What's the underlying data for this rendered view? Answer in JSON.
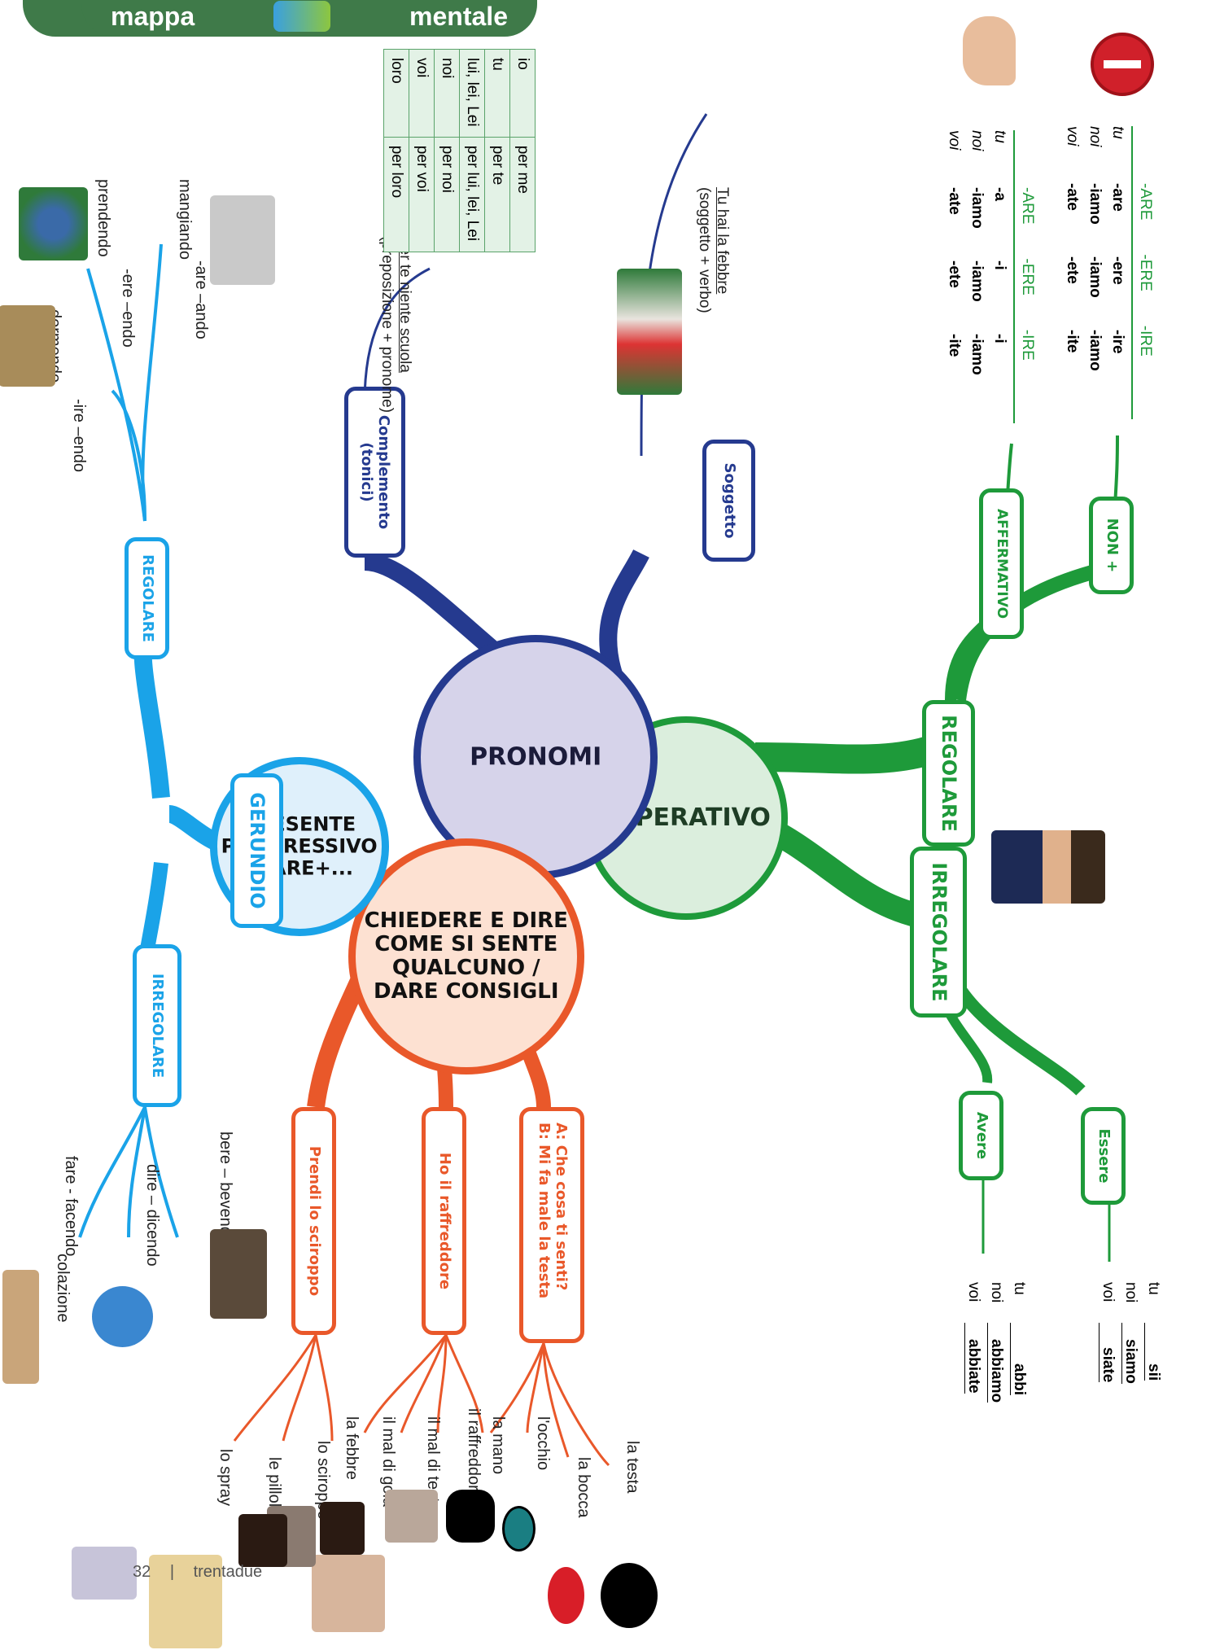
{
  "header": {
    "title_left": "mappa",
    "title_right": "mentale"
  },
  "footer": {
    "page": "32",
    "sep": "|",
    "page_word": "trentadue"
  },
  "centers": {
    "pronomi": "PRONOMI",
    "imperativo": "IMPERATIVO",
    "chiedere": [
      "CHIEDERE E DIRE",
      "COME SI SENTE",
      "QUALCUNO /",
      "DARE CONSIGLI"
    ],
    "presente": [
      "PRESENTE",
      "PROGRESSIVO",
      "STARE+..."
    ]
  },
  "imperativo": {
    "regolare": "REGOLARE",
    "irregolare": "IRREGOLARE",
    "non": "NON +",
    "affermativo": "AFFERMATIVO",
    "essere": "Essere",
    "avere": "Avere",
    "neg_table": {
      "headers": [
        "-ARE",
        "-ERE",
        "-IRE"
      ],
      "rows": [
        {
          "p": "tu",
          "v": [
            "-are",
            "-ere",
            "-ire"
          ]
        },
        {
          "p": "noi",
          "v": [
            "-iamo",
            "-iamo",
            "-iamo"
          ]
        },
        {
          "p": "voi",
          "v": [
            "-ate",
            "-ete",
            "-ite"
          ]
        }
      ]
    },
    "aff_table": {
      "headers": [
        "-ARE",
        "-ERE",
        "-IRE"
      ],
      "rows": [
        {
          "p": "tu",
          "v": [
            "-a",
            "-i",
            "-i"
          ]
        },
        {
          "p": "noi",
          "v": [
            "-iamo",
            "-iamo",
            "-iamo"
          ]
        },
        {
          "p": "voi",
          "v": [
            "-ate",
            "-ete",
            "-ite"
          ]
        }
      ]
    },
    "essere_forms": [
      {
        "p": "tu",
        "v": "sii"
      },
      {
        "p": "noi",
        "v": "siamo"
      },
      {
        "p": "voi",
        "v": "siate"
      }
    ],
    "avere_forms": [
      {
        "p": "tu",
        "v": "abbi"
      },
      {
        "p": "noi",
        "v": "abbiamo"
      },
      {
        "p": "voi",
        "v": "abbiate"
      }
    ]
  },
  "pronomi": {
    "soggetto": "Soggetto",
    "complemento": [
      "Complemento",
      "(tonici)"
    ],
    "soggetto_example": "Tu hai la febbre",
    "soggetto_note": "(soggetto + verbo)",
    "complemento_example": "Per te niente scuola",
    "complemento_note": "(preposizione + pronome)",
    "table": [
      [
        "io",
        "per me"
      ],
      [
        "tu",
        "per te"
      ],
      [
        "lui, lei, Lei",
        "per lui, lei, Lei"
      ],
      [
        "noi",
        "per noi"
      ],
      [
        "voi",
        "per voi"
      ],
      [
        "loro",
        "per loro"
      ]
    ]
  },
  "gerundio": {
    "label": "GERUNDIO",
    "regolare": "REGOLARE",
    "irregolare": "IRREGOLARE",
    "are_rule": "-are –ando",
    "ere_rule": "-ere –endo",
    "ire_rule": "-ire –endo",
    "mangiando": "mangiando",
    "prendendo": "prendendo",
    "dormendo": "dormendo",
    "bere": "bere – bevendo",
    "dire": "dire – dicendo",
    "fare": "fare - facendo",
    "colazione": "colazione"
  },
  "chiedere": {
    "dialog": [
      "A: Che cosa ti senti?",
      "B: Mi fa male la testa"
    ],
    "raffreddore": "Ho il raffreddore",
    "sciroppo": "Prendi lo sciroppo",
    "body_parts": [
      "la testa",
      "la bocca",
      "l'occhio",
      "la mano"
    ],
    "ailments": [
      "il raffreddore",
      "il mal di testa",
      "il mal di gola",
      "la febbre"
    ],
    "medicines": [
      "lo sciroppo",
      "le pillole",
      "lo spray"
    ]
  },
  "colors": {
    "green": "#1e9a3a",
    "blue": "#1aa3e8",
    "navy": "#253a8f",
    "orange": "#e9582a",
    "pronomi_fill": "#d6d3ea",
    "imperativo_fill": "#dbeedd",
    "chiedere_fill": "#fde1d2",
    "presente_fill": "#dff0fb"
  }
}
